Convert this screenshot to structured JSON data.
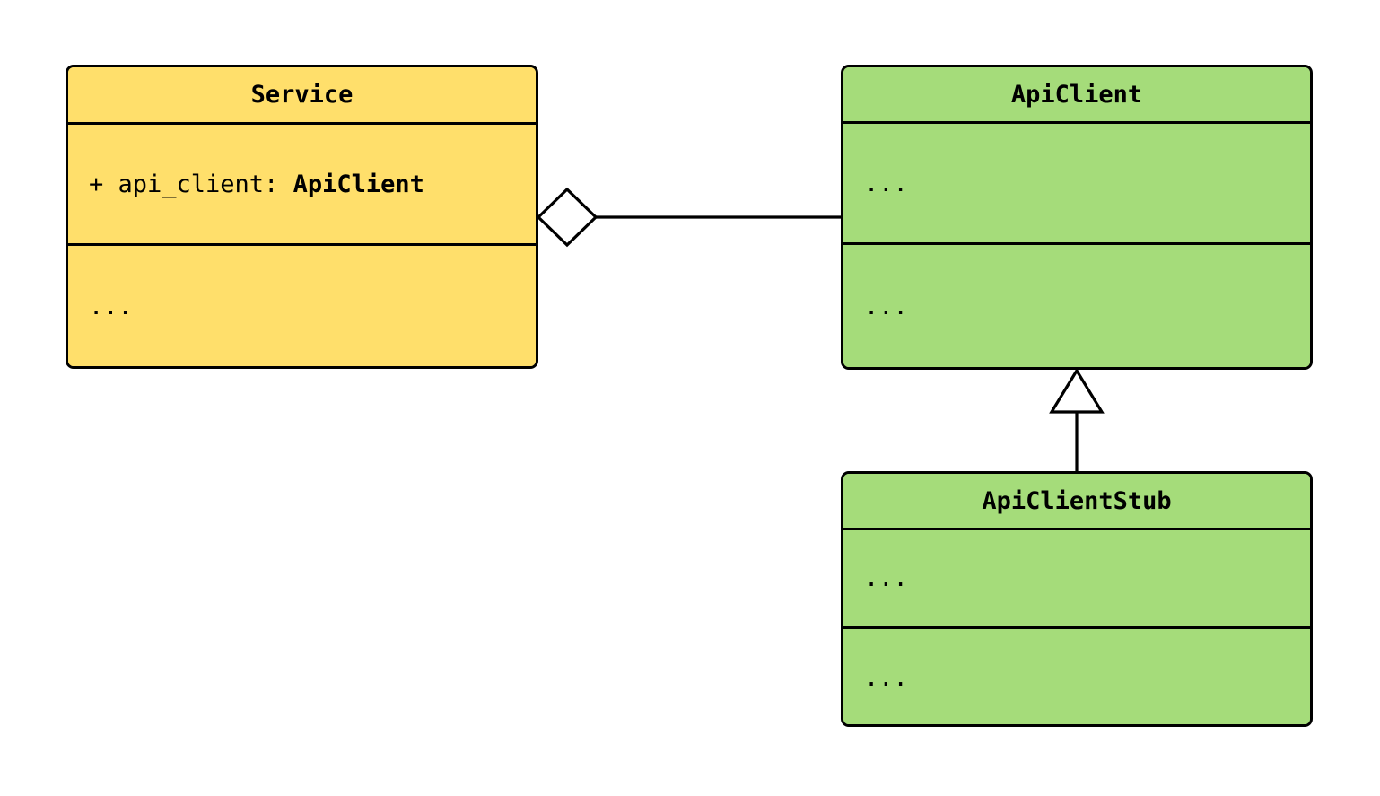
{
  "diagram": {
    "kind": "uml-class-diagram",
    "background_color": "#ffffff",
    "border_color": "#000000",
    "classes": [
      {
        "id": "service",
        "name": "Service",
        "fill_color": "#ffdf6b",
        "attributes_prefix": "+ api_client: ",
        "attributes_type": "ApiClient",
        "methods": "..."
      },
      {
        "id": "apiclient",
        "name": "ApiClient",
        "fill_color": "#a5dc7a",
        "attributes": "...",
        "methods": "..."
      },
      {
        "id": "apiclientstub",
        "name": "ApiClientStub",
        "fill_color": "#a5dc7a",
        "attributes": "...",
        "methods": "..."
      }
    ],
    "relationships": [
      {
        "id": "aggregation",
        "type": "aggregation",
        "from": "Service",
        "to": "ApiClient",
        "marker": "hollow-diamond"
      },
      {
        "id": "inheritance",
        "type": "generalization",
        "from": "ApiClientStub",
        "to": "ApiClient",
        "marker": "hollow-triangle"
      }
    ]
  }
}
